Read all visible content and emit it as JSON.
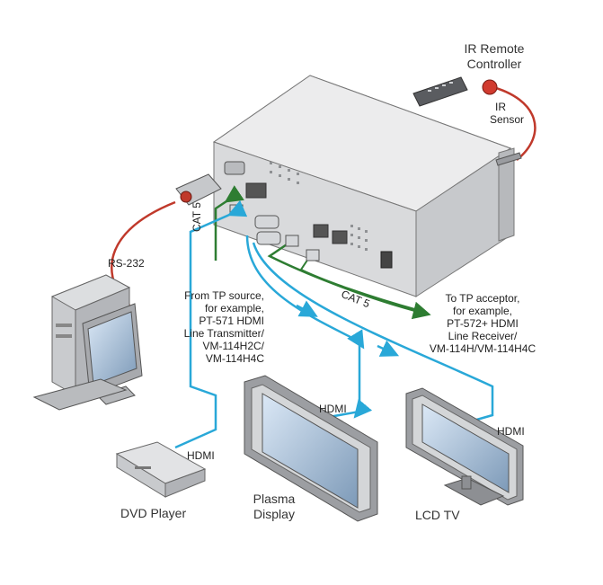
{
  "labels": {
    "ir_remote": "IR Remote",
    "ir_controller": "Controller",
    "ir": "IR",
    "sensor": "Sensor",
    "rs232": "RS-232",
    "cat5_left": "CAT 5",
    "cat5_right": "CAT 5",
    "from_tp": [
      "From TP source,",
      "for example,",
      "PT-571 HDMI",
      "Line Transmitter/",
      "VM-114H2C/",
      "VM-114H4C"
    ],
    "to_tp": [
      "To TP acceptor,",
      "for example,",
      "PT-572+ HDMI",
      "Line Receiver/",
      "VM-114H/VM-114H4C"
    ],
    "hdmi_dvd": "HDMI",
    "hdmi_plasma": "HDMI",
    "hdmi_lcd": "HDMI",
    "dvd_player": "DVD Player",
    "plasma": "Plasma",
    "display": "Display",
    "lcd_tv": "LCD TV"
  },
  "colors": {
    "rs232_red": "#c0392b",
    "ir_red": "#c0392b",
    "cat5_green": "#2e7d32",
    "hdmi_blue": "#29a8d8",
    "device_gray": "#d4d6d8",
    "device_dark": "#9a9ca0"
  }
}
